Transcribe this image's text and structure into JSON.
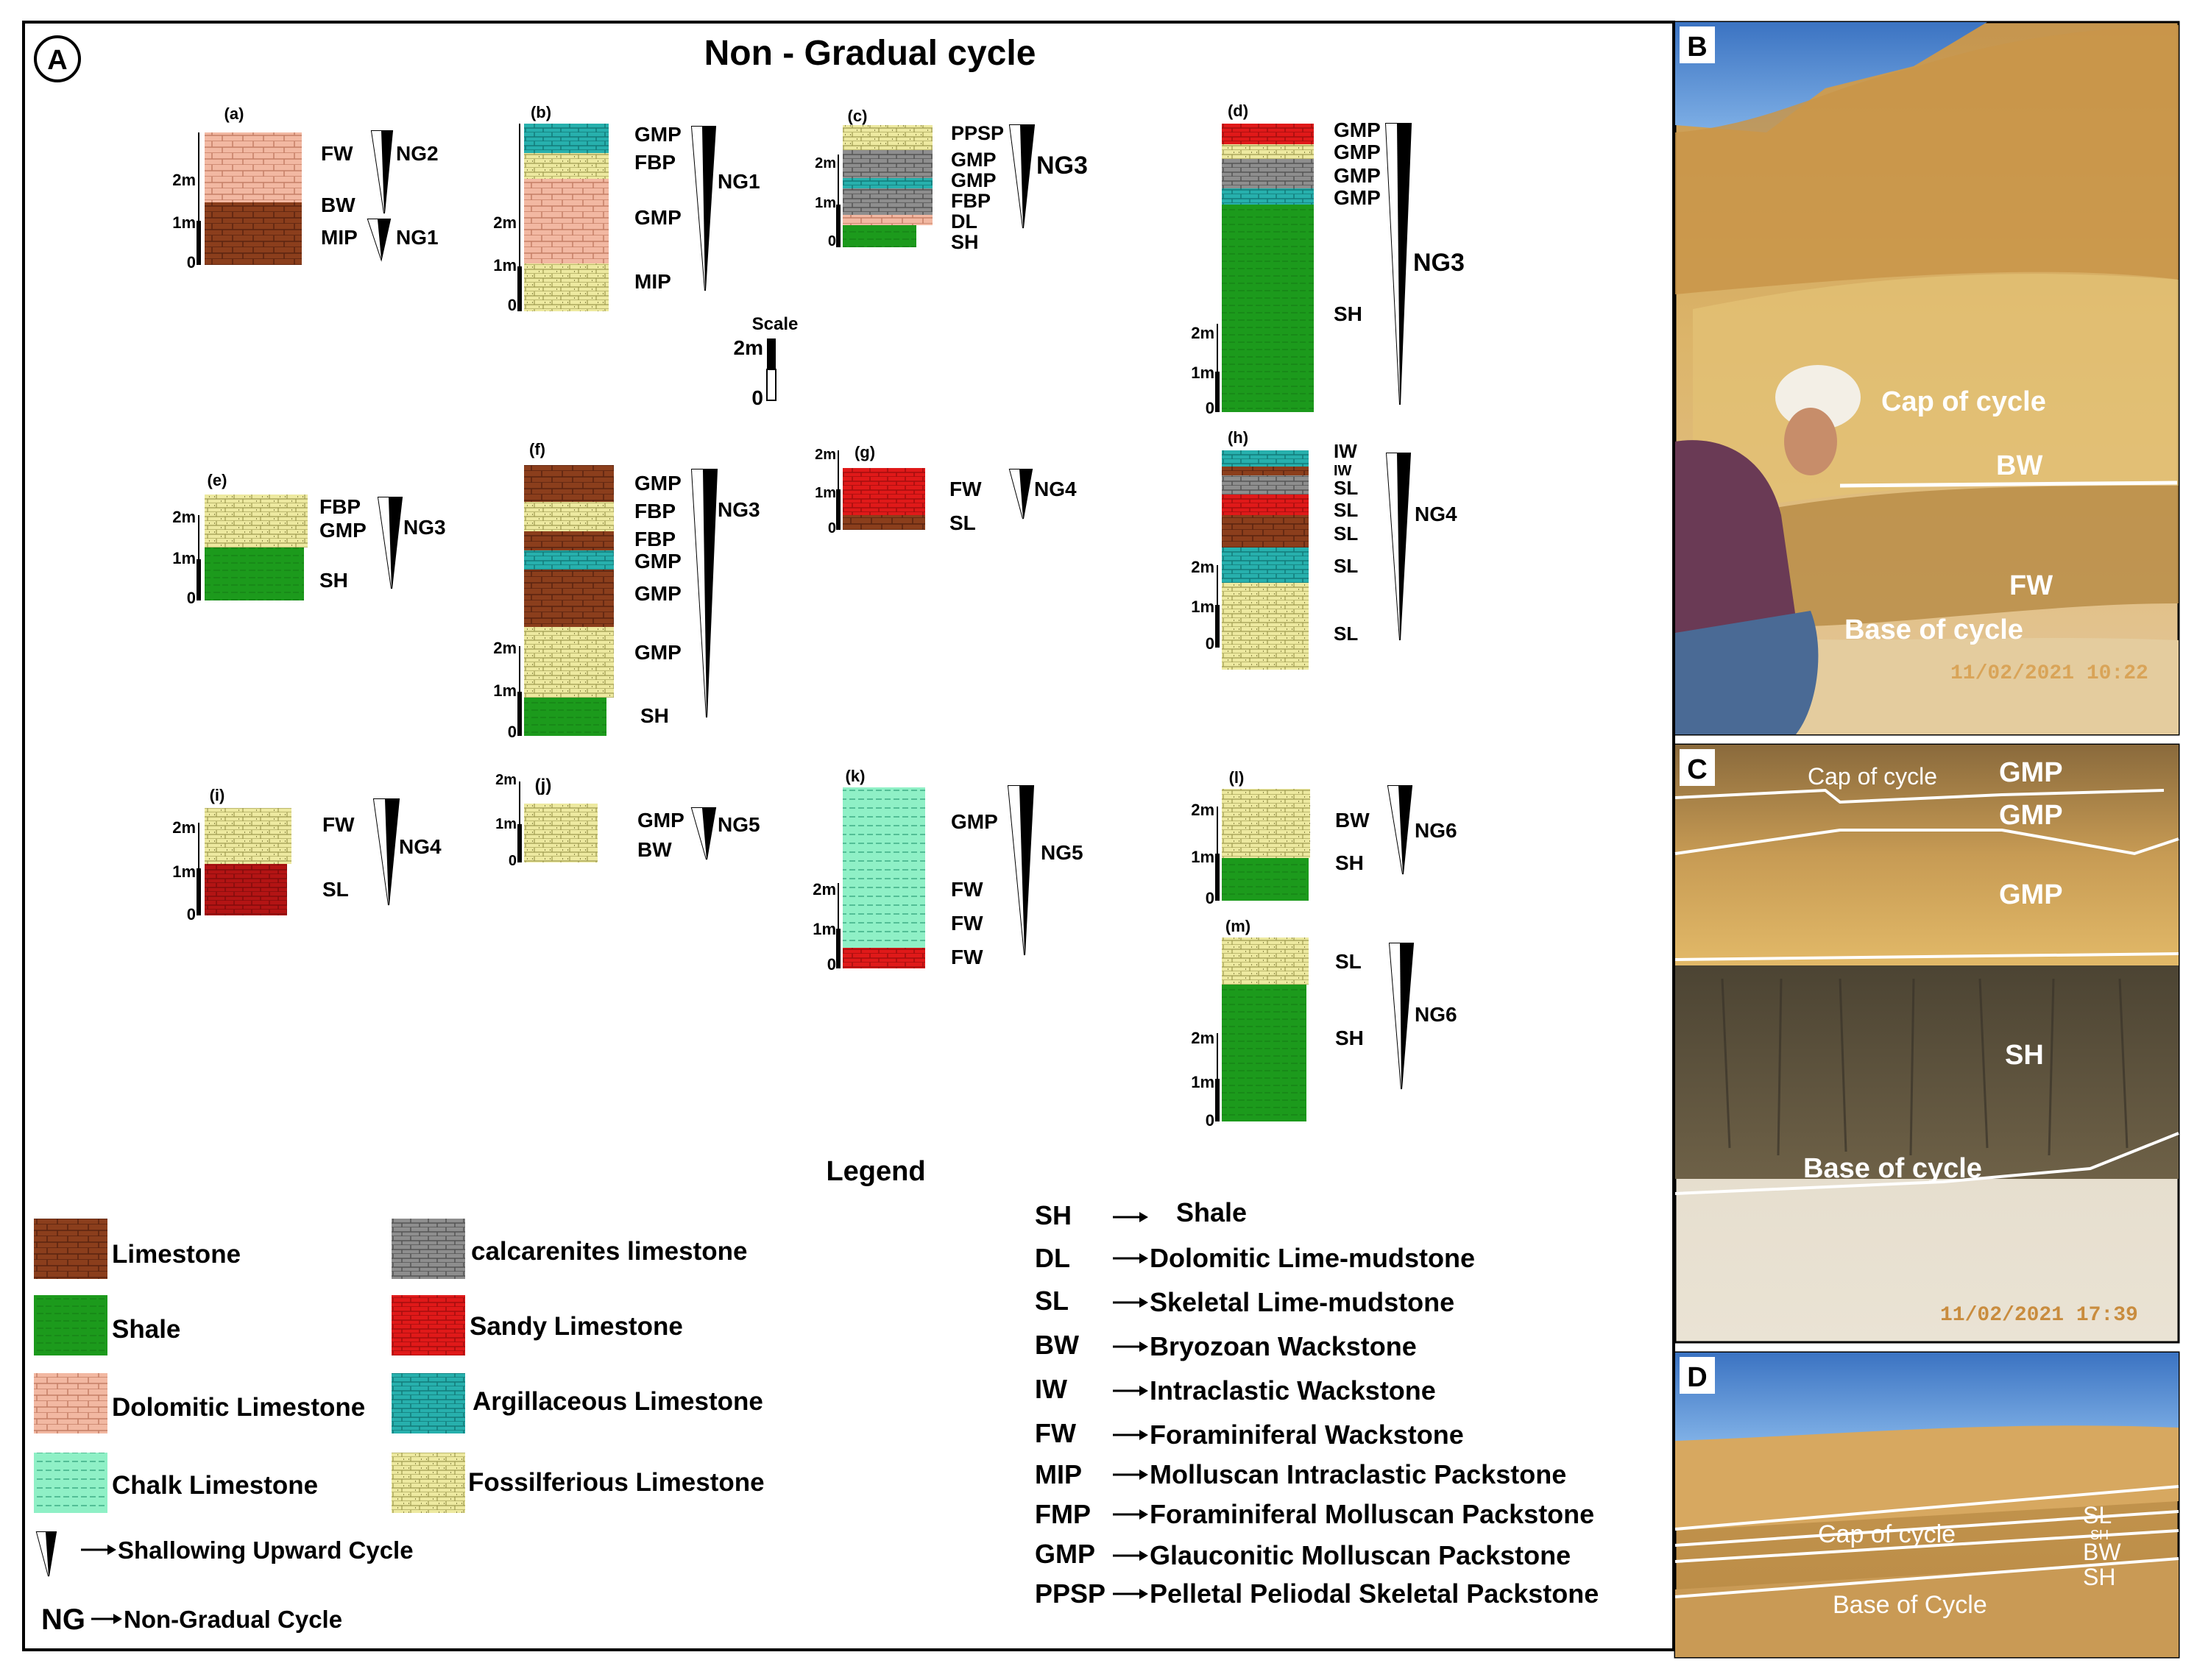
{
  "panel_a": {
    "letter": "A",
    "title": "Non - Gradual cycle",
    "scale": {
      "label": "Scale",
      "value": "2m",
      "zero": "0"
    },
    "columns": [
      {
        "letter": "(a)",
        "scale_marks": [
          "2m",
          "1m",
          "0"
        ],
        "units": [
          "FW",
          "BW",
          "MIP"
        ],
        "cycles": [
          "NG2",
          "NG1"
        ]
      },
      {
        "letter": "(b)",
        "scale_marks": [
          "2m",
          "1m",
          "0"
        ],
        "units": [
          "GMP",
          "FBP",
          "GMP",
          "MIP"
        ],
        "cycles": [
          "NG1"
        ]
      },
      {
        "letter": "(c)",
        "scale_marks": [
          "2m",
          "1m",
          "0"
        ],
        "units": [
          "PPSP",
          "GMP",
          "GMP",
          "FBP",
          "DL",
          "SH"
        ],
        "cycles": [
          "NG3"
        ]
      },
      {
        "letter": "(d)",
        "scale_marks": [
          "2m",
          "1m",
          "0"
        ],
        "units": [
          "GMP",
          "GMP",
          "GMP",
          "GMP",
          "SH"
        ],
        "cycles": [
          "NG3"
        ]
      },
      {
        "letter": "(e)",
        "scale_marks": [
          "2m",
          "1m",
          "0"
        ],
        "units": [
          "FBP",
          "GMP",
          "SH"
        ],
        "cycles": [
          "NG3"
        ]
      },
      {
        "letter": "(f)",
        "scale_marks": [
          "2m",
          "1m",
          "0"
        ],
        "units": [
          "GMP",
          "FBP",
          "FBP",
          "GMP",
          "GMP",
          "GMP",
          "SH"
        ],
        "cycles": [
          "NG3"
        ]
      },
      {
        "letter": "(g)",
        "scale_marks": [
          "2m",
          "1m",
          "0"
        ],
        "units": [
          "FW",
          "SL"
        ],
        "cycles": [
          "NG4"
        ]
      },
      {
        "letter": "(h)",
        "scale_marks": [
          "2m",
          "1m",
          "0"
        ],
        "units": [
          "IW",
          "IW",
          "SL",
          "SL",
          "SL",
          "SL",
          "SL"
        ],
        "cycles": [
          "NG4"
        ]
      },
      {
        "letter": "(i)",
        "scale_marks": [
          "2m",
          "1m",
          "0"
        ],
        "units": [
          "FW",
          "SL"
        ],
        "cycles": [
          "NG4"
        ]
      },
      {
        "letter": "(j)",
        "scale_marks": [
          "2m",
          "1m",
          "0"
        ],
        "units": [
          "GMP",
          "BW"
        ],
        "cycles": [
          "NG5"
        ]
      },
      {
        "letter": "(k)",
        "scale_marks": [
          "2m",
          "1m",
          "0"
        ],
        "units": [
          "GMP",
          "FW",
          "FW",
          "FW"
        ],
        "cycles": [
          "NG5"
        ]
      },
      {
        "letter": "(l)",
        "scale_marks": [
          "2m",
          "1m",
          "0"
        ],
        "units": [
          "BW",
          "SH"
        ],
        "cycles": [
          "NG6"
        ]
      },
      {
        "letter": "(m)",
        "scale_marks": [
          "2m",
          "1m",
          "0"
        ],
        "units": [
          "SL",
          "SH"
        ],
        "cycles": [
          "NG6"
        ]
      }
    ]
  },
  "legend": {
    "title": "Legend",
    "lithology": [
      {
        "name": "Limestone",
        "color": "#8b3e1c"
      },
      {
        "name": "calcarenites limestone",
        "color": "#8e8e8e"
      },
      {
        "name": "Shale",
        "color": "#1c9a1c"
      },
      {
        "name": "Sandy Limestone",
        "color": "#e01919"
      },
      {
        "name": "Dolomitic Limestone",
        "color": "#f2b8a2"
      },
      {
        "name": "Argillaceous Limestone",
        "color": "#27b0ad"
      },
      {
        "name": "Chalk Limestone",
        "color": "#8ff0c6"
      },
      {
        "name": "Fossilferious Limestone",
        "color": "#ede9a0"
      }
    ],
    "symbols": [
      {
        "key": "",
        "meaning": "Shallowing Upward Cycle"
      },
      {
        "key": "NG",
        "meaning": "Non-Gradual Cycle"
      }
    ],
    "abbreviations": [
      {
        "abbr": "SH",
        "meaning": "Shale"
      },
      {
        "abbr": "DL",
        "meaning": "Dolomitic Lime-mudstone"
      },
      {
        "abbr": "SL",
        "meaning": "Skeletal Lime-mudstone"
      },
      {
        "abbr": "BW",
        "meaning": "Bryozoan Wackstone"
      },
      {
        "abbr": "IW",
        "meaning": "Intraclastic Wackstone"
      },
      {
        "abbr": "FW",
        "meaning": "Foraminiferal Wackstone"
      },
      {
        "abbr": "MIP",
        "meaning": "Molluscan Intraclastic Packstone"
      },
      {
        "abbr": "FMP",
        "meaning": "Foraminiferal Molluscan Packstone"
      },
      {
        "abbr": "GMP",
        "meaning": "Glauconitic Molluscan Packstone"
      },
      {
        "abbr": "PPSP",
        "meaning": "Pelletal Peliodal Skeletal Packstone"
      }
    ]
  },
  "photos": {
    "b": {
      "letter": "B",
      "labels": [
        "Cap of cycle",
        "BW",
        "FW",
        "Base of cycle"
      ],
      "timestamp": "11/02/2021 10:22"
    },
    "c": {
      "letter": "C",
      "labels": [
        "Cap of cycle",
        "GMP",
        "GMP",
        "GMP",
        "SH",
        "Base of cycle"
      ],
      "timestamp": "11/02/2021 17:39"
    },
    "d": {
      "letter": "D",
      "labels": [
        "Cap of cycle",
        "SL",
        "SH",
        "BW",
        "SH",
        "Base of Cycle"
      ]
    }
  }
}
